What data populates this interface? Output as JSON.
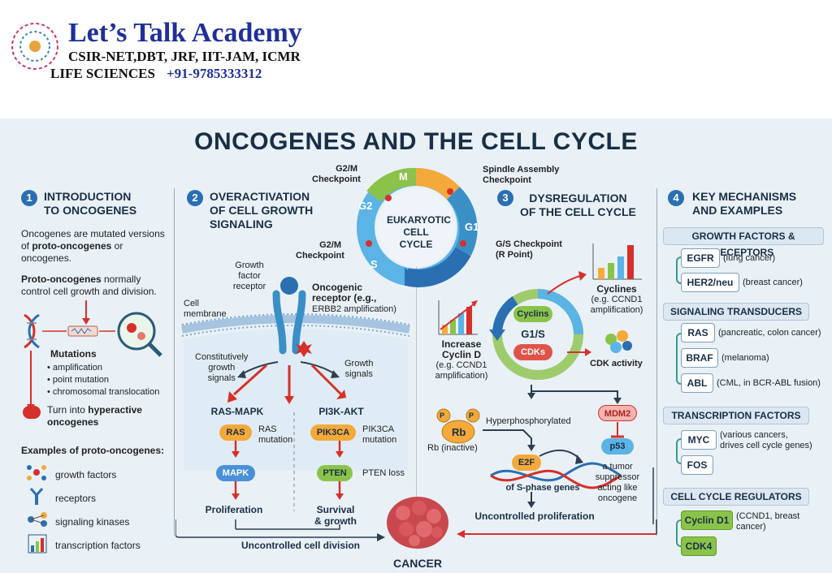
{
  "header": {
    "brand": "Let’s Talk Academy",
    "line1": "CSIR-NET,DBT, JRF, IIT-JAM, ICMR",
    "line2": "LIFE SCIENCES",
    "phone": "+91-9785333312"
  },
  "title": "ONCOGENES AND THE CELL CYCLE",
  "sections": {
    "s1": {
      "num": "1",
      "heading1": "INTRODUCTION",
      "heading2": "TO ONCOGENES",
      "p1a": "Oncogenes are mutated versions",
      "p1b_pre": "of ",
      "p1b_bold": "proto-oncogenes",
      "p1b_post": " or",
      "p1c": "oncogenes.",
      "p2a_bold": "Proto-oncogenes",
      "p2a_post": " normally",
      "p2b": "control cell growth and division.",
      "mutations": "Mutations",
      "bullets": [
        "• amplification",
        "• point mutation",
        "• chromosomal translocation"
      ],
      "turn_pre": "Turn into ",
      "turn_bold": "hyperactive",
      "turn2": "oncogenes",
      "examples_title": "Examples of proto-oncogenes:",
      "examples": [
        "growth factors",
        "receptors",
        "signaling kinases",
        "transcription factors"
      ]
    },
    "s2": {
      "num": "2",
      "heading1": "OVERACTIVATION",
      "heading2": "OF CELL GROWTH",
      "heading3": "SIGNALING",
      "gf_receptor": [
        "Growth",
        "factor",
        "receptor"
      ],
      "membrane": [
        "Cell",
        "membrane"
      ],
      "oncogenic": [
        "Oncogenic",
        "receptor (e.g.,",
        "ERBB2 amplification)"
      ],
      "constitutive": [
        "Constitutively",
        "growth",
        "signals"
      ],
      "growth_signals": [
        "Growth",
        "signals"
      ],
      "ras_mapk": "RAS-MAPK",
      "pi3k_akt": "PI3K-AKT",
      "ras": "RAS",
      "ras_mut": [
        "RAS",
        "mutation"
      ],
      "pik3ca": "PIK3CA",
      "pik3ca_mut": [
        "PIK3CA",
        "mutation"
      ],
      "mapk": "MAPK",
      "pten": "PTEN",
      "pten_loss": "PTEN loss",
      "proliferation": "Proliferation",
      "survival": [
        "Survival",
        "& growth"
      ],
      "uncontrolled_div": "Uncontrolled cell division"
    },
    "cycle": {
      "center": [
        "EUKARYOTIC",
        "CELL CYCLE"
      ],
      "M": "M",
      "G1": "G1",
      "S": "S",
      "G2": "G2",
      "g2m_top": [
        "G2/M",
        "Checkpoint"
      ],
      "g2m_left": [
        "G2/M",
        "Checkpoint"
      ],
      "spindle": [
        "Spindle Assembly",
        "Checkpoint"
      ],
      "gs": [
        "G/S Checkpoint",
        "(R Point)"
      ]
    },
    "s3": {
      "num": "3",
      "heading1": "DYSREGULATION",
      "heading2": "OF THE CELL CYCLE",
      "cyclines": [
        "Cyclines",
        "(e.g. CCND1",
        "amplification)"
      ],
      "increase": [
        "Increase",
        "Cyclin D",
        "(e.g. CCND1",
        "amplification)"
      ],
      "cyclins": "Cyclins",
      "g1s": "G1/S",
      "cdks": "CDKs",
      "cdk_activity": "CDK activity",
      "rb": "Rb",
      "p": "P",
      "rb_inactive": "Rb (inactive)",
      "hyperphos": "Hyperphosphorylated",
      "mdm2": "MDM2",
      "p53": "p53",
      "e2f": "E2F",
      "sphase": "of S-phase genes",
      "tumor_supp": [
        "a tumor",
        "suppressor",
        "acting like",
        "oncogene"
      ],
      "uncontrolled_prolif": "Uncontrolled proliferation"
    },
    "s4": {
      "num": "4",
      "heading1": "KEY MECHANISMS",
      "heading2": "AND EXAMPLES",
      "cat1": "GROWTH FACTORS & RECEPTORS",
      "egfr": "EGFR",
      "egfr_note": "(lung cancer)",
      "her2": "HER2/neu",
      "her2_note": "(breast cancer)",
      "cat2": "SIGNALING TRANSDUCERS",
      "ras": "RAS",
      "ras_note": "(pancreatic, colon cancer)",
      "braf": "BRAF",
      "braf_note": "(melanoma)",
      "abl": "ABL",
      "abl_note": "(CML, in BCR-ABL fusion)",
      "cat3": "TRANSCRIPTION FACTORS",
      "myc": "MYC",
      "myc_note": [
        "(various cancers,",
        "drives cell cycle genes)"
      ],
      "fos": "FOS",
      "cat4": "CELL CYCLE REGULATORS",
      "cyclind1": "Cyclin D1",
      "cyclind1_note": [
        "(CCND1, breast",
        "cancer)"
      ],
      "cdk4": "CDK4"
    },
    "cancer": "CANCER"
  },
  "colors": {
    "accent": "#2b6fb3",
    "title": "#1a2f45",
    "red": "#d6302a",
    "green": "#8bc34a",
    "orange": "#f4a93b"
  }
}
